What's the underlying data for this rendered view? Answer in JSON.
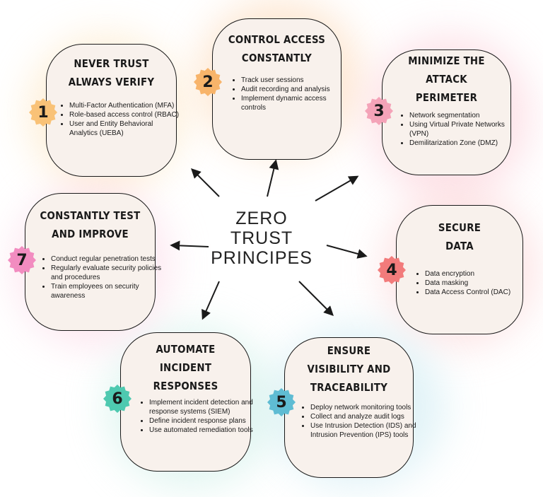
{
  "center": [
    "ZERO",
    "TRUST",
    "PRINCIPES"
  ],
  "principles": [
    {
      "number": "1",
      "color": "#f9c277",
      "title": [
        "NEVER TRUST",
        "ALWAYS VERIFY"
      ],
      "items": [
        "Multi-Factor Authentication (MFA)",
        "Role-based access control (RBAC)",
        "User and Entity Behavioral Analytics (UEBA)"
      ]
    },
    {
      "number": "2",
      "color": "#f8b46a",
      "title": [
        "CONTROL ACCESS",
        "CONSTANTLY"
      ],
      "items": [
        "Track user sessions",
        "Audit recording and analysis",
        "Implement dynamic access controls"
      ]
    },
    {
      "number": "3",
      "color": "#f4a3b8",
      "title": [
        "MINIMIZE THE",
        "ATTACK",
        "PERIMETER"
      ],
      "items": [
        "Network segmentation",
        "Using Virtual Private Networks (VPN)",
        "Demilitarization Zone (DMZ)"
      ]
    },
    {
      "number": "4",
      "color": "#f27b7b",
      "title": [
        "SECURE",
        "DATA"
      ],
      "items": [
        "Data encryption",
        "Data masking",
        "Data Access Control (DAC)"
      ]
    },
    {
      "number": "5",
      "color": "#5fbcd3",
      "title": [
        "ENSURE",
        "VISIBILITY AND",
        "TRACEABILITY"
      ],
      "items": [
        "Deploy network monitoring tools",
        "Collect and analyze audit logs",
        "Use Intrusion Detection (IDS) and Intrusion Prevention (IPS) tools"
      ]
    },
    {
      "number": "6",
      "color": "#4ec9b0",
      "title": [
        "AUTOMATE",
        "INCIDENT",
        "RESPONSES"
      ],
      "items": [
        "Implement incident detection and response systems (SIEM)",
        "Define incident response plans",
        "Use automated remediation tools"
      ]
    },
    {
      "number": "7",
      "color": "#f28cc0",
      "title": [
        "CONSTANTLY TEST",
        "AND IMPROVE"
      ],
      "items": [
        "Conduct regular penetration tests",
        "Regularly evaluate security policies and procedures",
        "Train employees on security awareness"
      ]
    }
  ]
}
